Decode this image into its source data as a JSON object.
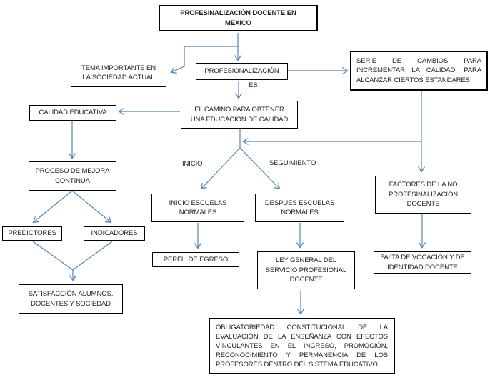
{
  "diagram": {
    "title": "PROFESINALIZACIÓN DOCENTE EN MEXICO",
    "nodes": {
      "title": {
        "label": "PROFESINALIZACIÓN DOCENTE EN MEXICO"
      },
      "tema": {
        "label": "TEMA IMPORTANTE EN LA SOCIEDAD ACTUAL"
      },
      "profesionalizacion": {
        "label": "PROFESIONALIZACIÓN"
      },
      "serie": {
        "label": "SERIE DE CAMBIOS PARA INCREMENTAR LA CALIDAD, PARA ALCANZAR CIERTOS ESTANDARES"
      },
      "camino": {
        "label": "EL CAMINO PARA OBTENER UNA EDUCACIÓN DE CALIDAD"
      },
      "calidad": {
        "label": "CALIDAD EDUCATIVA"
      },
      "proceso": {
        "label": "PROCESO DE MEJORA CONTINUA"
      },
      "predictores": {
        "label": "PREDICTORES"
      },
      "indicadores": {
        "label": "INDICADORES"
      },
      "satisfaccion": {
        "label": "SATISFACCIÓN ALUMNOS, DOCENTES Y SOCIEDAD"
      },
      "inicio_escuelas": {
        "label": "INICIO ESCUELAS NORMALES"
      },
      "despues_escuelas": {
        "label": "DESPUES ESCUELAS NORMALES"
      },
      "perfil": {
        "label": "PERFIL DE EGRESO"
      },
      "ley": {
        "label": "LEY GENERAL DEL SERVICIO PROFESIONAL DOCENTE"
      },
      "factores": {
        "label": "FACTORES DE LA NO PROFESINALIZACIÓN DOCENTE"
      },
      "falta": {
        "label": "FALTA DE VOCACIÓN Y DE IDENTIDAD DOCENTE"
      },
      "obligatoriedad": {
        "label": "OBLIGATORIEDAD CONSTITUCIONAL DE LA EVALUACIÓN DE LA ENSEÑANZA CON EFECTOS VINCULANTES EN EL INGRESO, PROMOCIÓN, RECONOCIMIENTO Y PERMANENCIA DE LOS PROFESORES DENTRO DEL SISTEMA EDUCATIVO"
      }
    },
    "edge_labels": {
      "es": "ES",
      "inicio": "INICIO",
      "seguimiento": "SEGUIMIENTO"
    },
    "colors": {
      "connector": "#5585b5",
      "box_border": "#000000",
      "text": "#1f1f1f",
      "background": "#ffffff"
    }
  }
}
